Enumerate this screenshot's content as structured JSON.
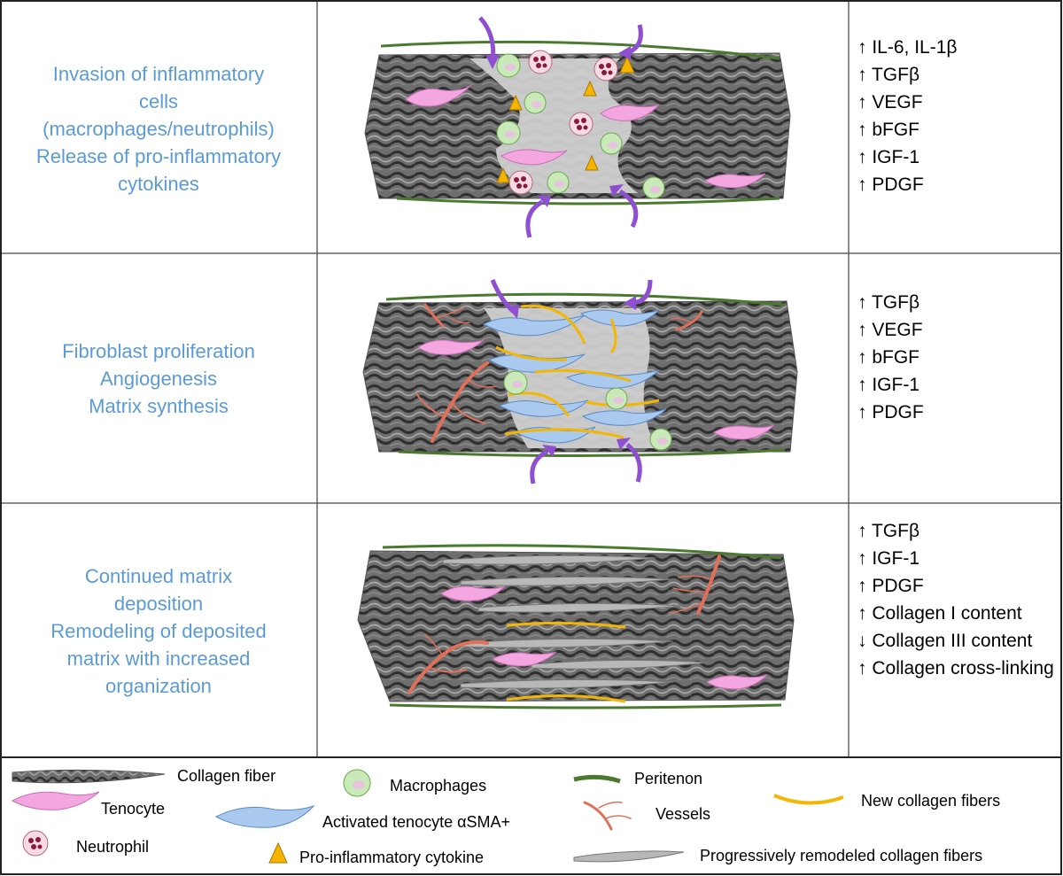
{
  "stages": [
    {
      "label_lines": [
        "Invasion of inflammatory",
        "cells",
        "(macrophages/neutrophils)",
        "Release of pro-inflammatory",
        "cytokines"
      ],
      "markers": [
        {
          "arrow": "↑",
          "text": "IL-6, IL-1β"
        },
        {
          "arrow": "↑",
          "text": "TGFβ"
        },
        {
          "arrow": "↑",
          "text": "VEGF"
        },
        {
          "arrow": "↑",
          "text": "bFGF"
        },
        {
          "arrow": "↑",
          "text": "IGF-1"
        },
        {
          "arrow": "↑",
          "text": "PDGF"
        }
      ]
    },
    {
      "label_lines": [
        "Fibroblast proliferation",
        "Angiogenesis",
        "Matrix synthesis"
      ],
      "markers": [
        {
          "arrow": "↑",
          "text": "TGFβ"
        },
        {
          "arrow": "↑",
          "text": "VEGF"
        },
        {
          "arrow": "↑",
          "text": "bFGF"
        },
        {
          "arrow": "↑",
          "text": "IGF-1"
        },
        {
          "arrow": "↑",
          "text": "PDGF"
        }
      ]
    },
    {
      "label_lines": [
        "Continued matrix",
        "deposition",
        "Remodeling of deposited",
        "matrix with increased",
        "organization"
      ],
      "markers": [
        {
          "arrow": "↑",
          "text": "TGFβ"
        },
        {
          "arrow": "↑",
          "text": "IGF-1"
        },
        {
          "arrow": "↑",
          "text": "PDGF"
        },
        {
          "arrow": "↑",
          "text": "Collagen I content"
        },
        {
          "arrow": "↓",
          "text": "Collagen III content"
        },
        {
          "arrow": "↑",
          "text": "Collagen cross-linking"
        }
      ]
    }
  ],
  "legend": {
    "collagen_fiber": "Collagen fiber",
    "tenocyte": "Tenocyte",
    "neutrophil": "Neutrophil",
    "macrophages": "Macrophages",
    "activated_tenocyte": "Activated tenocyte αSMA+",
    "cytokine": "Pro-inflammatory cytokine",
    "peritenon": "Peritenon",
    "vessels": "Vessels",
    "new_collagen": "New collagen fibers",
    "remodeled_collagen": "Progressively remodeled collagen fibers"
  },
  "colors": {
    "label_blue": "#5b9bd5",
    "collagen_dark": "#4a4a4a",
    "peritenon_green": "#4a7a2e",
    "tenocyte_pink": "#f4a6e0",
    "macrophage_green": "#c9eab8",
    "neutrophil_red": "#8b1a3a",
    "cytokine_orange": "#f5b400",
    "activated_blue": "#a9c9ee",
    "new_collagen_yellow": "#f2b705",
    "vessel_red": "#e0705a",
    "infiltration_purple": "#8e4fd0"
  }
}
